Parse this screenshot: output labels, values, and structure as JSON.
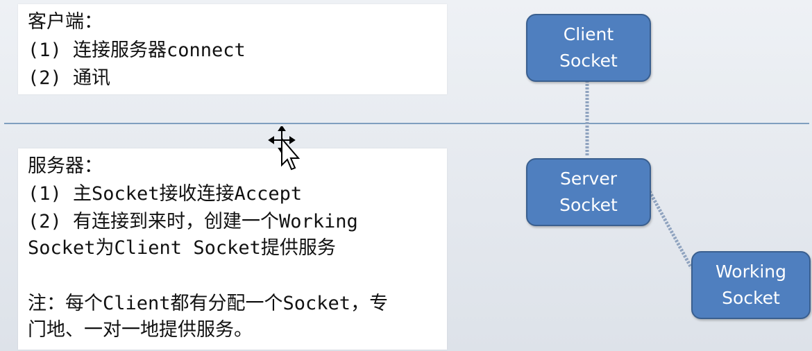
{
  "client": {
    "heading": "客户端：",
    "steps": [
      "(1) 连接服务器connect",
      "(2) 通讯"
    ]
  },
  "server": {
    "heading": "服务器：",
    "lines": [
      "(1) 主Socket接收连接Accept",
      "(2) 有连接到来时，创建一个Working",
      "Socket为Client Socket提供服务",
      "",
      "注：每个Client都有分配一个Socket，专",
      "门地、一对一地提供服务。"
    ]
  },
  "diagram": {
    "client_socket": [
      "Client",
      "Socket"
    ],
    "server_socket": [
      "Server",
      "Socket"
    ],
    "working_socket": [
      "Working",
      "Socket"
    ]
  },
  "colors": {
    "node_fill": "#4f7fbf",
    "divider": "#7f9fbf"
  },
  "icons": [
    "move-cursor-icon"
  ]
}
